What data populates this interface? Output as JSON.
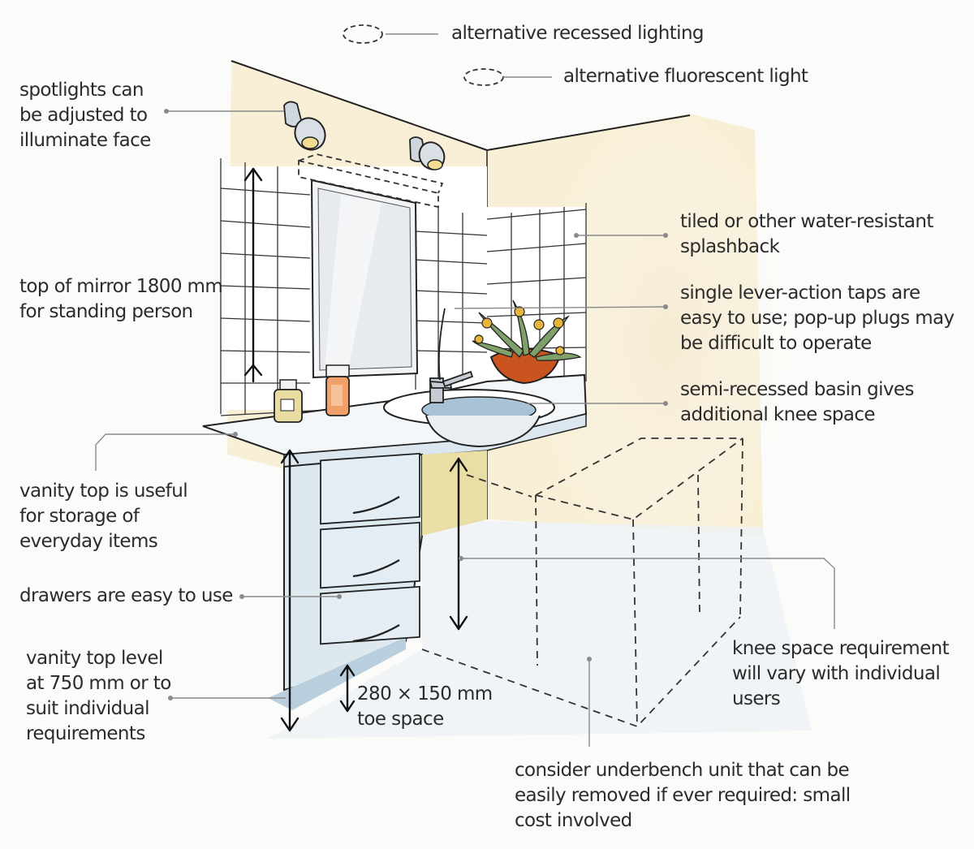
{
  "colors": {
    "wall": "#f8efd6",
    "wall_glow": "#fbf4e2",
    "floor": "#eef2f5",
    "cabinet": "#dde8ef",
    "cabinet_shadow": "#b9cfdd",
    "knee_space": "#e9dfa4",
    "ink": "#222222",
    "leader": "#8a8a8a",
    "pot": "#c9541f",
    "flower": "#e7b53c"
  },
  "legend": {
    "recessed": "alternative recessed lighting",
    "fluorescent": "alternative fluorescent light"
  },
  "labels": {
    "spotlights": [
      "spotlights can",
      "be adjusted to",
      "illuminate face"
    ],
    "mirror": [
      "top of mirror 1800 mm",
      "for standing person"
    ],
    "vanity_storage": [
      "vanity top is useful",
      "for storage of",
      "everyday items"
    ],
    "drawers": [
      "drawers are easy to use"
    ],
    "vanity_level": [
      "vanity top level",
      "at 750 mm or to",
      "suit individual",
      "requirements"
    ],
    "toe_space": [
      "280 × 150 mm",
      "toe space"
    ],
    "splashback": [
      "tiled or other water-resistant",
      "splashback"
    ],
    "taps": [
      "single lever-action taps are",
      "easy to use; pop-up plugs may",
      "be difficult to operate"
    ],
    "basin": [
      "semi-recessed basin gives",
      "additional knee space"
    ],
    "knee": [
      "knee space requirement",
      "will vary with individual",
      "users"
    ],
    "underbench": [
      "consider underbench unit that can be",
      "easily removed if ever required: small",
      "cost involved"
    ]
  }
}
